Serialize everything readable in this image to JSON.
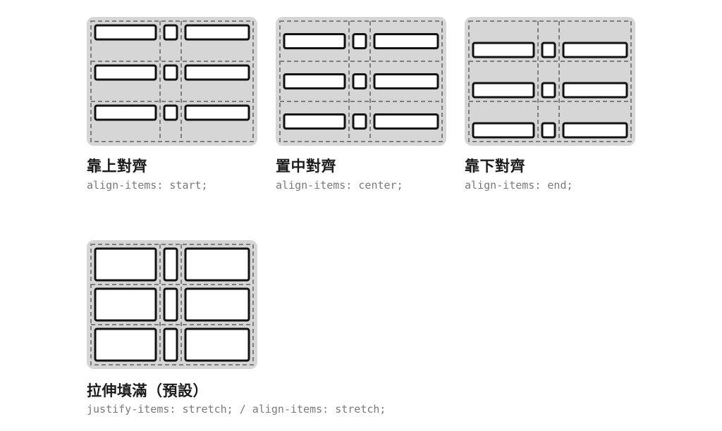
{
  "diagrams": [
    {
      "id": "start",
      "title": "靠上對齊",
      "code": "align-items: start;",
      "align": "start",
      "justify": "start"
    },
    {
      "id": "center",
      "title": "置中對齊",
      "code": "align-items: center;",
      "align": "center",
      "justify": "start"
    },
    {
      "id": "end",
      "title": "靠下對齊",
      "code": "align-items: end;",
      "align": "end",
      "justify": "start"
    },
    {
      "id": "stretch",
      "title": "拉伸填滿（預設）",
      "code": "justify-items: stretch; / align-items: stretch;",
      "align": "stretch",
      "justify": "stretch"
    }
  ],
  "grid": {
    "rows": 3,
    "columns": 3
  },
  "colors": {
    "background": "#d6d6d6",
    "grid_line": "#7d7d7d",
    "item_fill": "#ffffff",
    "item_stroke": "#111111",
    "title": "#1b1b1b",
    "code": "#7a7a7a"
  }
}
